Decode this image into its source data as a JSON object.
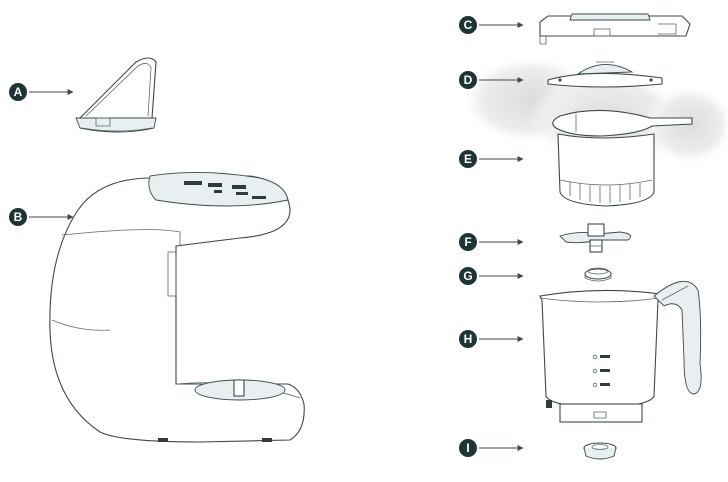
{
  "labels": {
    "a": "A",
    "b": "B",
    "c": "C",
    "d": "D",
    "e": "E",
    "f": "F",
    "g": "G",
    "h": "H",
    "i": "I"
  },
  "colors": {
    "callout_bg": "#1f3437",
    "line": "#3a4a4c",
    "shadow": "#e8e8e8"
  }
}
